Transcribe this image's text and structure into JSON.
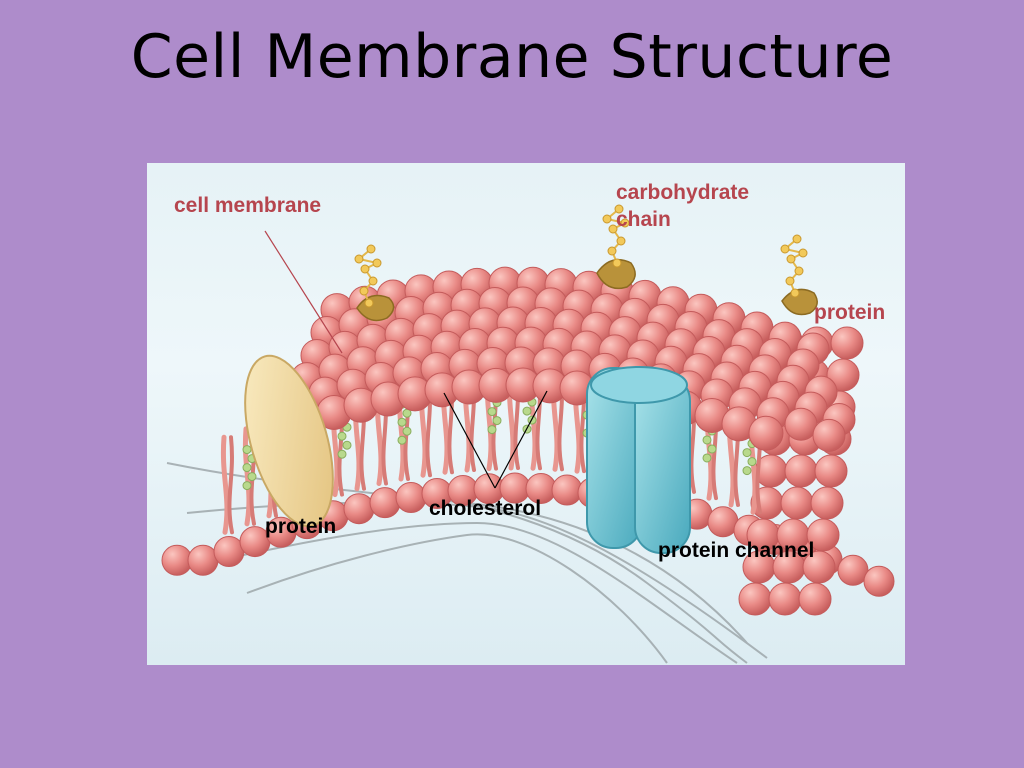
{
  "slide": {
    "title": "Cell Membrane Structure"
  },
  "colors": {
    "background": "#ae8ccb",
    "figure_background": "#e6f2f6",
    "label_red": "#b6454e",
    "phospholipid_head": "#e98a86",
    "protein_yellow": "#f2dca4",
    "protein_channel": "#7ccbd8",
    "cholesterol": "#b8d98c",
    "carbohydrate": "#f2c95a",
    "glycoprotein": "#b9923a"
  },
  "labels": {
    "cell_membrane": "cell membrane",
    "carbohydrate_chain_line1": "carbohydrate",
    "carbohydrate_chain_line2": "chain",
    "protein_top": "protein",
    "cholesterol": "cholesterol",
    "protein_left": "protein",
    "protein_channel": "protein channel"
  }
}
